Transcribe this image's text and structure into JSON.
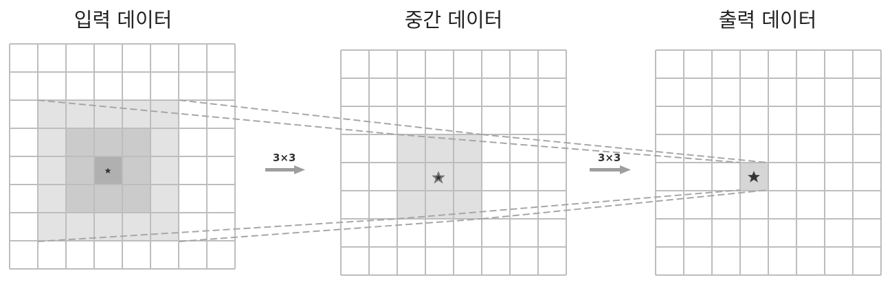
{
  "titles": {
    "input": "입력 데이터",
    "middle": "중간 데이터",
    "output": "출력 데이터"
  },
  "operations": {
    "first": "3×3",
    "second": "3×3"
  },
  "colors": {
    "grid_line": "#bdbdbd",
    "grid_line_dark": "#a8a8a8",
    "light_region": "#e3e3e3",
    "mid_region": "#cbcbcb",
    "dark_region": "#b0b0b0",
    "arrow": "#9e9e9e",
    "star": "#333333"
  },
  "icons": {
    "center_marker": "star-icon",
    "transform": "arrow-right-icon"
  }
}
